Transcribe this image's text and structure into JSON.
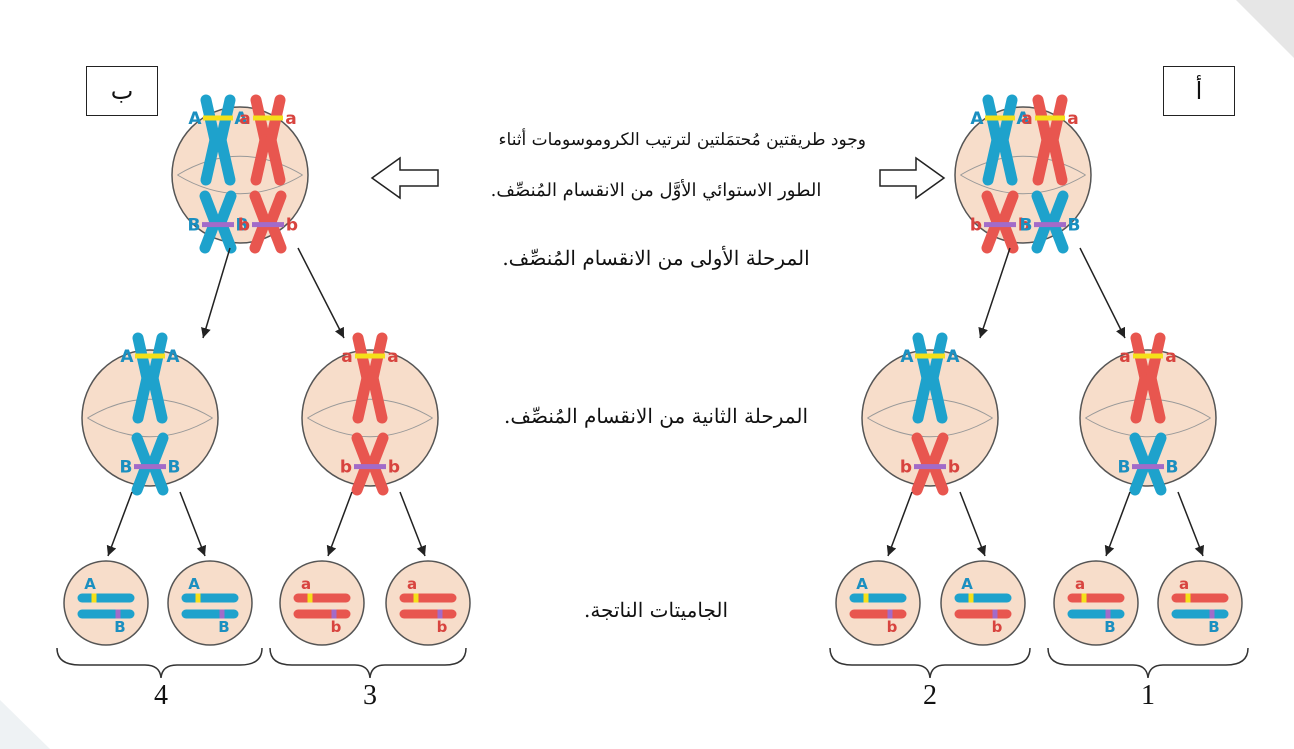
{
  "panels": {
    "left_box": "ب",
    "right_box": "أ"
  },
  "text": {
    "arrangement_line1": "وجود طريقتين مُحتمَلتين لترتيب الكروموسومات أثناء",
    "arrangement_line2": "الطور الاستوائي الأوَّل من الانقسام المُنصِّف.",
    "meiosis_one": "المرحلة الأولى من الانقسام المُنصِّف.",
    "meiosis_two": "المرحلة الثانية من الانقسام المُنصِّف.",
    "gametes": "الجاميتات الناتجة."
  },
  "groups": [
    "1",
    "2",
    "3",
    "4"
  ],
  "alleles": {
    "big_a": "A",
    "small_a": "a",
    "big_b": "B",
    "small_b": "b"
  },
  "colors": {
    "blue_chromosome": "#1ea2cc",
    "red_chromosome": "#e8564f",
    "gene_a_band": "#f5e01a",
    "gene_b_band": "#a26bc9",
    "cell_fill": "#f7ddca",
    "cell_stroke": "#555555",
    "blue_label": "#1b8fc0",
    "red_label": "#d8443f"
  }
}
